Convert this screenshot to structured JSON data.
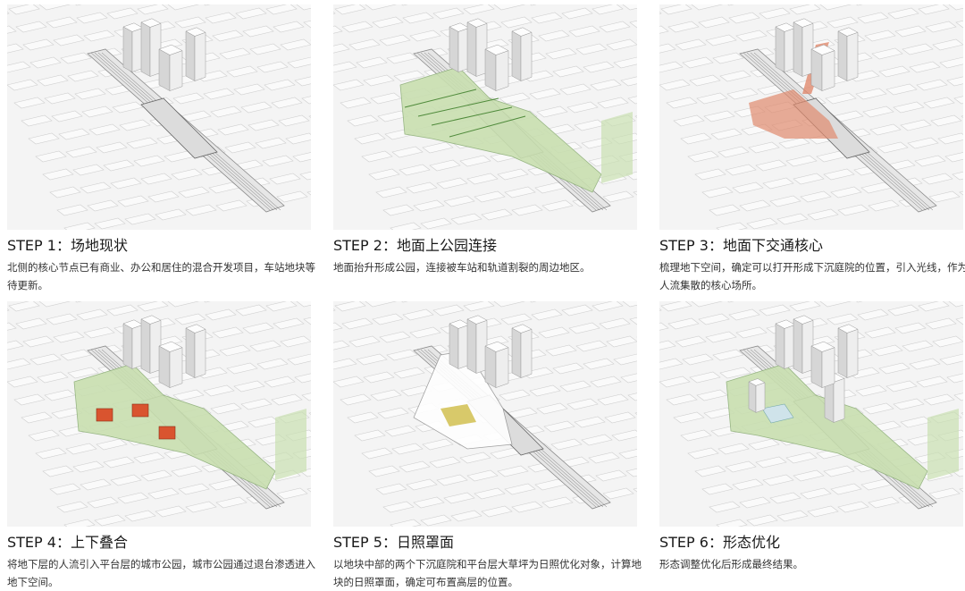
{
  "steps": [
    {
      "title": "STEP 1：场地现状",
      "desc": "北侧的核心节点已有商业、办公和居住的混合开发项目，车站地块等待更新。",
      "overlay": "none"
    },
    {
      "title": "STEP 2：地面上公园连接",
      "desc": "地面抬升形成公园，连接被车站和轨道割裂的周边地区。",
      "overlay": "park"
    },
    {
      "title": "STEP 3：地面下交通核心",
      "desc": "梳理地下空间，确定可以打开形成下沉庭院的位置，引入光线，作为人流集散的核心场所。",
      "overlay": "underground"
    },
    {
      "title": "STEP 4：上下叠合",
      "desc": "将地下层的人流引入平台层的城市公园，城市公园通过退台渗透进入地下空间。",
      "overlay": "overlay"
    },
    {
      "title": "STEP 5：日照罩面",
      "desc": "以地块中部的两个下沉庭院和平台层大草坪为日照优化对象，计算地块的日照罩面，确定可布置高层的位置。",
      "overlay": "sun"
    },
    {
      "title": "STEP 6：形态优化",
      "desc": "形态调整优化后形成最终结果。",
      "overlay": "final"
    }
  ],
  "colors": {
    "park": "#c9dfb0",
    "underground": "#e08a6e",
    "courtyard": "#d9542f",
    "sun": "#d8c96a",
    "glass": "#cfe3ea"
  }
}
